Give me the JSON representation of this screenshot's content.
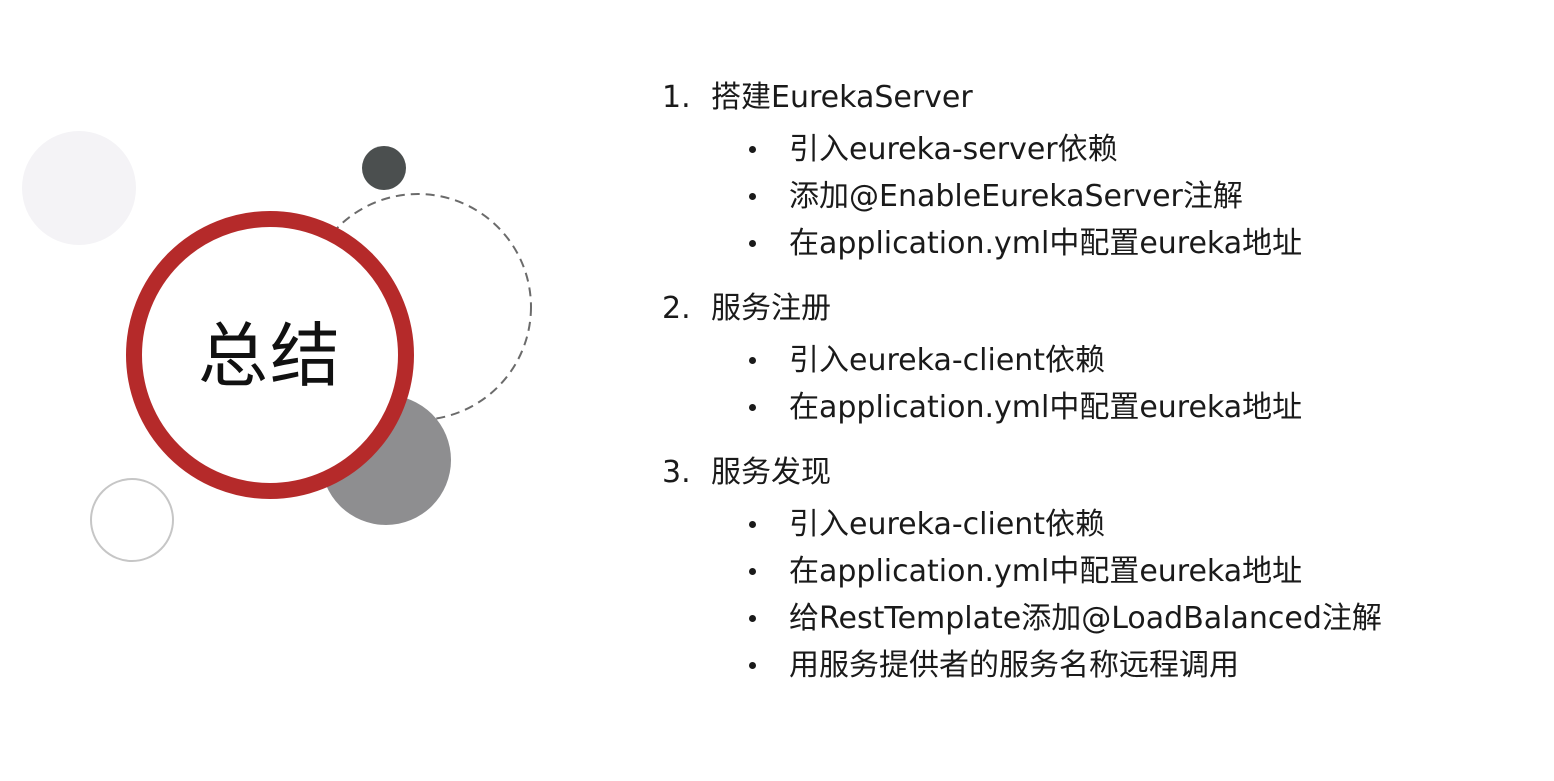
{
  "slide": {
    "title": "总结",
    "accent_color": "#b52a2a"
  },
  "sections": [
    {
      "number": "1.",
      "heading": "搭建EurekaServer",
      "items": [
        "引入eureka-server依赖",
        "添加@EnableEurekaServer注解",
        "在application.yml中配置eureka地址"
      ]
    },
    {
      "number": "2.",
      "heading": "服务注册",
      "items": [
        "引入eureka-client依赖",
        "在application.yml中配置eureka地址"
      ]
    },
    {
      "number": "3.",
      "heading": "服务发现",
      "items": [
        "引入eureka-client依赖",
        "在application.yml中配置eureka地址",
        "给RestTemplate添加@LoadBalanced注解",
        "用服务提供者的服务名称远程调用"
      ]
    }
  ]
}
